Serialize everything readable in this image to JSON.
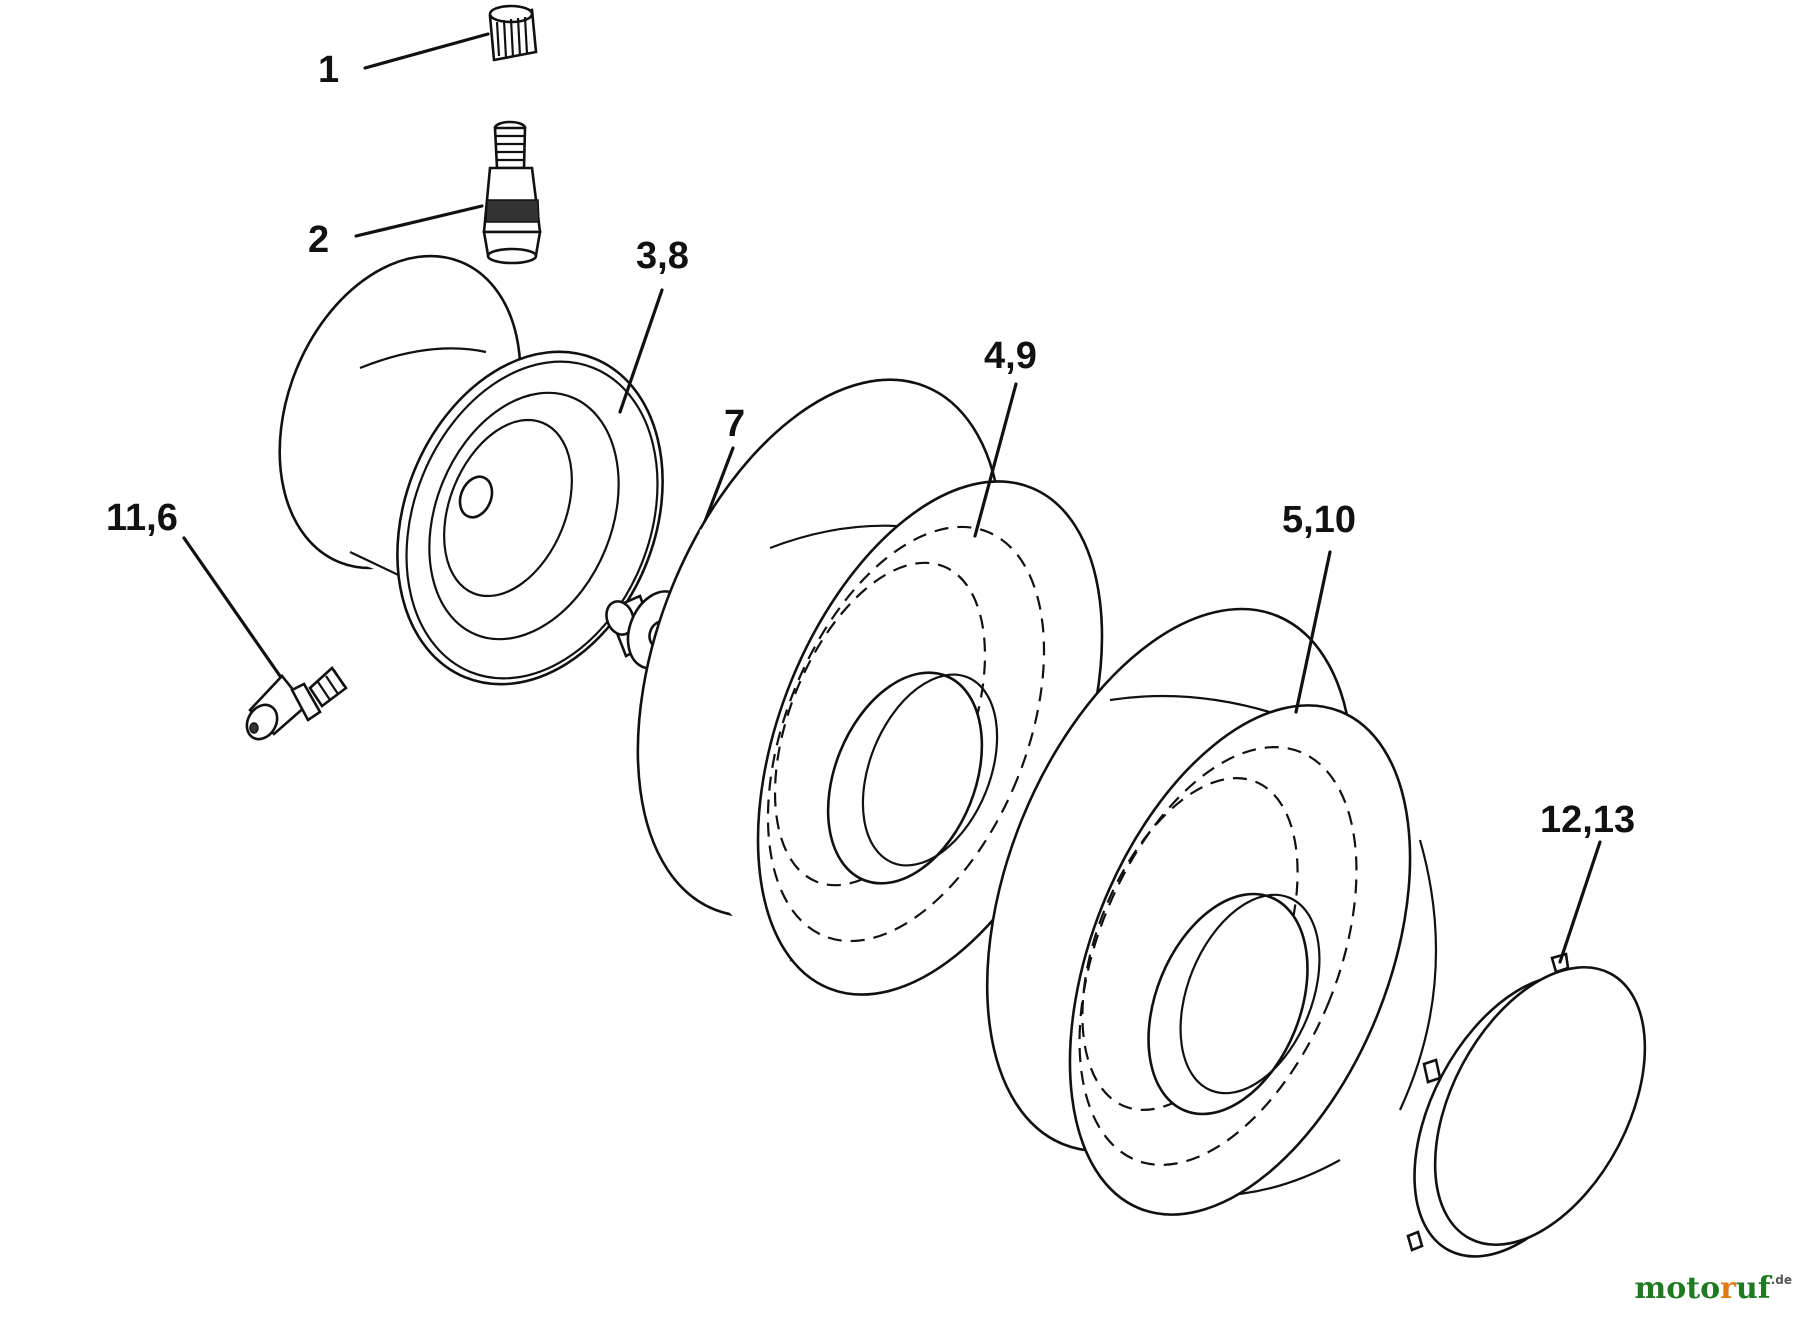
{
  "labels": {
    "cap": "1",
    "valve_stem": "2",
    "rim": "3,8",
    "bushing": "7",
    "tire_a": "4,9",
    "tire_b": "5,10",
    "grease_fitting": "11,6",
    "hub_cap": "12,13"
  },
  "watermark": {
    "prefix": "moto",
    "accent": "r",
    "suffix": "uf",
    "tld": ".de"
  },
  "colors": {
    "line": "#111111",
    "watermark_green": "#1f7a22",
    "watermark_orange": "#e07a10"
  }
}
